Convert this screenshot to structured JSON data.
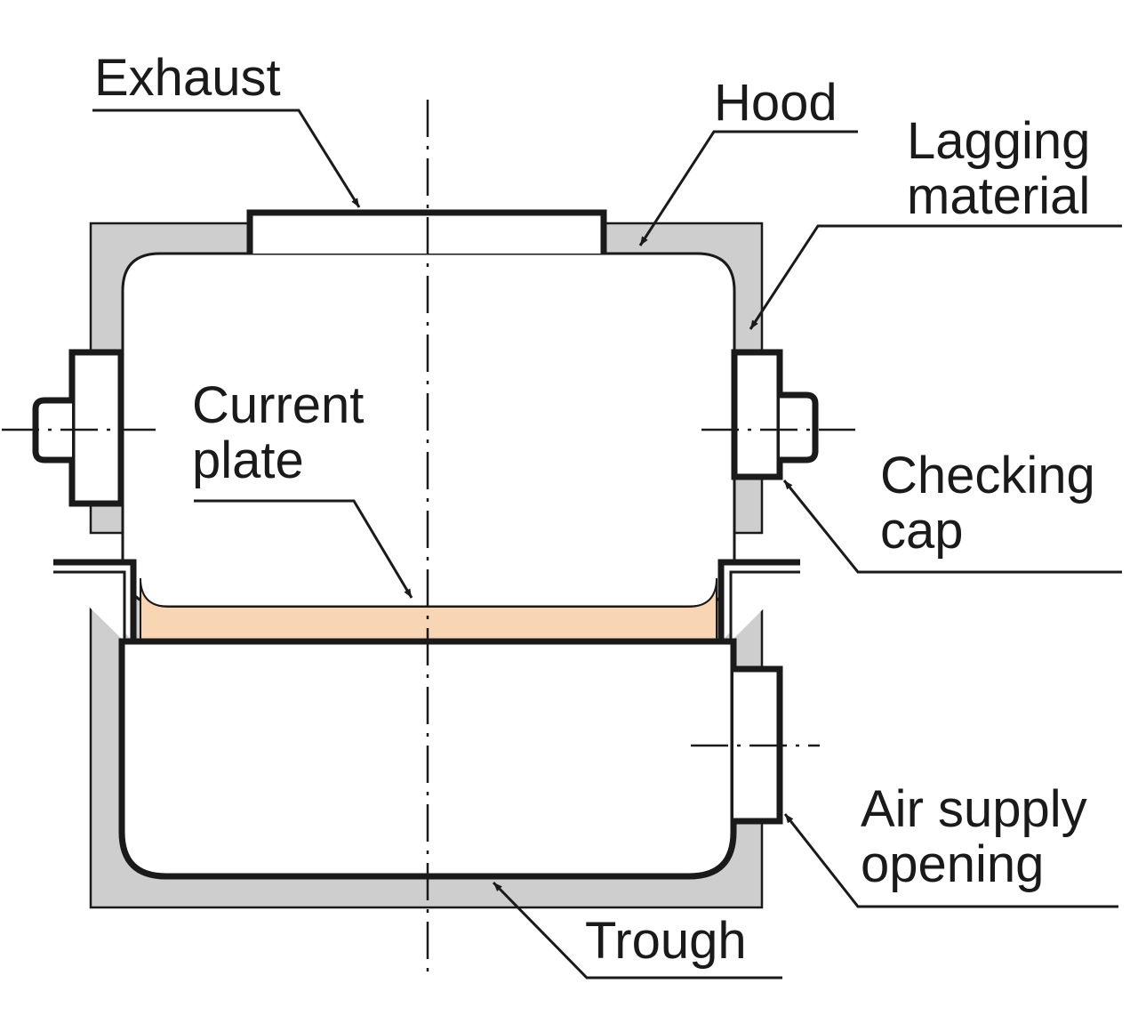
{
  "diagram": {
    "labels": {
      "exhaust": "Exhaust",
      "hood": "Hood",
      "lagging_line1": "Lagging",
      "lagging_line2": "material",
      "current_line1": "Current",
      "current_line2": "plate",
      "checking_line1": "Checking",
      "checking_line2": "cap",
      "air_line1": "Air supply",
      "air_line2": "opening",
      "trough": "Trough"
    },
    "colors": {
      "lagging_material": "#cdcecd",
      "current_plate": "#f8d6b4",
      "outline": "#1a1a1a",
      "background": "#ffffff"
    }
  }
}
